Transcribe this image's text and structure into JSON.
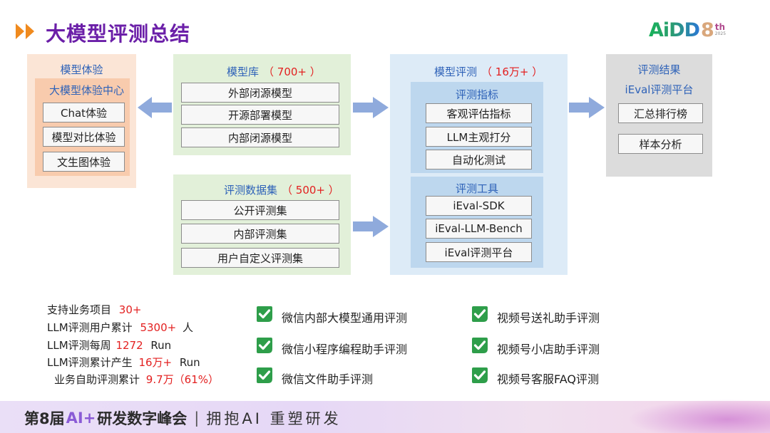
{
  "header": {
    "title": "大模型评测总结",
    "logo_text": "AiDD",
    "logo_number": "8",
    "logo_superscript": "th",
    "logo_year": "2025"
  },
  "experience": {
    "title": "模型体验",
    "center_title": "大模型体验中心",
    "items": [
      "Chat体验",
      "模型对比体验",
      "文生图体验"
    ]
  },
  "model_library": {
    "title": "模型库",
    "count": "（ 700+ ）",
    "items": [
      "外部闭源模型",
      "开源部署模型",
      "内部闭源模型"
    ]
  },
  "datasets": {
    "title": "评测数据集",
    "count": "（ 500+ ）",
    "items": [
      "公开评测集",
      "内部评测集",
      "用户自定义评测集"
    ]
  },
  "evaluation": {
    "title": "模型评测",
    "count": "（ 16万+ ）",
    "metrics_title": "评测指标",
    "metrics": [
      "客观评估指标",
      "LLM主观打分",
      "自动化测试"
    ],
    "tools_title": "评测工具",
    "tools": [
      "iEval-SDK",
      "iEval-LLM-Bench",
      "iEval评测平台"
    ]
  },
  "results": {
    "title": "评测结果",
    "subtitle": "iEval评测平台",
    "items": [
      "汇总排行榜",
      "样本分析"
    ]
  },
  "stats": [
    {
      "label": "支持业务项目",
      "value": "30+",
      "unit": ""
    },
    {
      "label": "LLM评测用户累计",
      "value": "5300+",
      "unit": "人"
    },
    {
      "label": "LLM评测每周",
      "value": "1272",
      "unit": "Run"
    },
    {
      "label": "LLM评测累计产生",
      "value": "16万+",
      "unit": "Run"
    },
    {
      "label": "业务自助评测累计",
      "value": "9.7万（61%）",
      "unit": ""
    }
  ],
  "projects_left": [
    "微信内部大模型通用评测",
    "微信小程序编程助手评测",
    "微信文件助手评测"
  ],
  "projects_right": [
    "视频号送礼助手评测",
    "视频号小店助手评测",
    "视频号客服FAQ评测"
  ],
  "footer": {
    "prefix": "第8届",
    "ai": "AI+",
    "suffix": "研发数字峰会",
    "separator": "|",
    "slogan": "拥抱AI 重塑研发"
  },
  "colors": {
    "title": "#6b1fa8",
    "label_blue": "#2e62b8",
    "highlight_red": "#e32020",
    "arrow": "#8faadc",
    "check_green": "#2e9e4a",
    "orange_panel": "#fbe5d6",
    "green_panel": "#e2f0d9",
    "blue_panel": "#ddebf7",
    "gray_panel": "#dcdcdc"
  },
  "icons": {
    "title_marker": "double-chevron-right-icon",
    "flow_arrow": "block-arrow-icon",
    "done": "green-checkmark-icon"
  }
}
